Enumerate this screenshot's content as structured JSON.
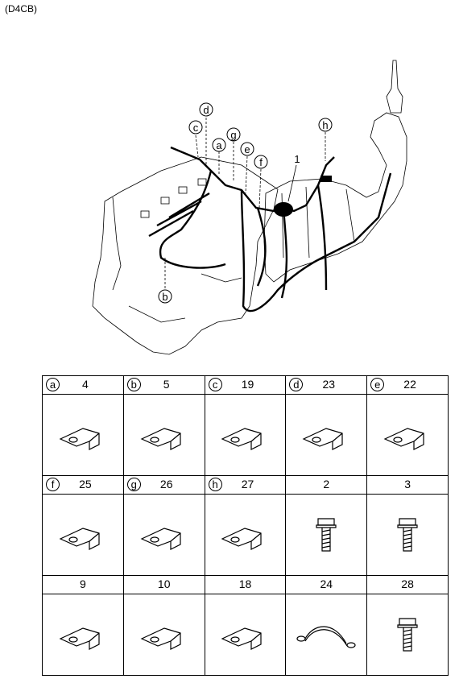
{
  "model_code": "(D4CB)",
  "callouts": {
    "main": "1",
    "a": "a",
    "b": "b",
    "c": "c",
    "d": "d",
    "e": "e",
    "f": "f",
    "g": "g",
    "h": "h"
  },
  "parts_table": {
    "rows": [
      [
        {
          "letter": "a",
          "number": "4",
          "icon": "bracket-icon"
        },
        {
          "letter": "b",
          "number": "5",
          "icon": "bracket-icon"
        },
        {
          "letter": "c",
          "number": "19",
          "icon": "bracket-icon"
        },
        {
          "letter": "d",
          "number": "23",
          "icon": "bracket-icon"
        },
        {
          "letter": "e",
          "number": "22",
          "icon": "bracket-icon"
        }
      ],
      [
        {
          "letter": "f",
          "number": "25",
          "icon": "bracket-icon"
        },
        {
          "letter": "g",
          "number": "26",
          "icon": "bracket-icon"
        },
        {
          "letter": "h",
          "number": "27",
          "icon": "bracket-icon"
        },
        {
          "letter": "",
          "number": "2",
          "icon": "bolt-icon"
        },
        {
          "letter": "",
          "number": "3",
          "icon": "bolt-icon"
        }
      ],
      [
        {
          "letter": "",
          "number": "9",
          "icon": "bracket-icon"
        },
        {
          "letter": "",
          "number": "10",
          "icon": "bracket-icon"
        },
        {
          "letter": "",
          "number": "18",
          "icon": "bracket-icon"
        },
        {
          "letter": "",
          "number": "24",
          "icon": "ground-strap-icon"
        },
        {
          "letter": "",
          "number": "28",
          "icon": "bolt-icon"
        }
      ]
    ]
  }
}
